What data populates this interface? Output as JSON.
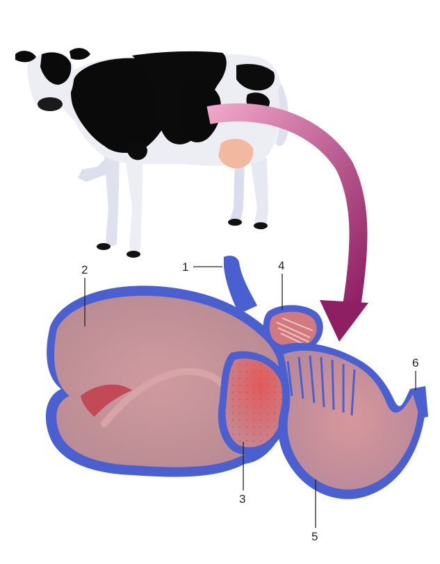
{
  "colors": {
    "background": "#ffffff",
    "stomach_outer": "#4a5fd0",
    "stomach_inner": "#c98f93",
    "stomach_highlight": "#e06b6b",
    "arrow_start": "#f0a6c8",
    "arrow_end": "#8e1f63",
    "cow_black": "#0a0a0a",
    "cow_white": "#eef0f5",
    "udder": "#f3b9a0"
  },
  "icons": {
    "cow": "cow-illustration",
    "arrow": "curved-arrow",
    "stomach": "ruminant-stomach"
  },
  "labels": [
    {
      "id": "1",
      "text": "1"
    },
    {
      "id": "2",
      "text": "2"
    },
    {
      "id": "3",
      "text": "3"
    },
    {
      "id": "4",
      "text": "4"
    },
    {
      "id": "5",
      "text": "5"
    },
    {
      "id": "6",
      "text": "6"
    }
  ]
}
